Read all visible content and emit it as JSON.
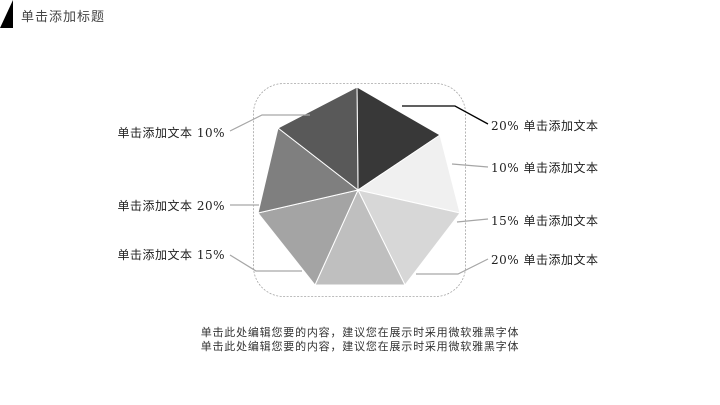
{
  "header": {
    "title": "单击添加标题"
  },
  "diagram": {
    "type": "heptagon-segmented",
    "colors": {
      "segment_top_right": "#383838",
      "segment_right_upper": "#f0f0f0",
      "segment_right_lower": "#d7d7d7",
      "segment_bottom": "#bfbfbf",
      "segment_left_lower": "#a4a4a4",
      "segment_left_upper": "#7f7f7f",
      "segment_top_left": "#595959",
      "leader_highlight": "#000000",
      "leader_default": "#a6a6a6",
      "frame": "#a6a6a6"
    },
    "left_labels": [
      {
        "text": "单击添加文本 10%"
      },
      {
        "text": "单击添加文本 20%"
      },
      {
        "text": "单击添加文本 15%"
      }
    ],
    "right_labels": [
      {
        "text": "20% 单击添加文本"
      },
      {
        "text": "10% 单击添加文本"
      },
      {
        "text": "15% 单击添加文本"
      },
      {
        "text": "20% 单击添加文本"
      }
    ]
  },
  "footer": {
    "line1": "单击此处编辑您要的内容，建议您在展示时采用微软雅黑字体",
    "line2": "单击此处编辑您要的内容，建议您在展示时采用微软雅黑字体"
  }
}
